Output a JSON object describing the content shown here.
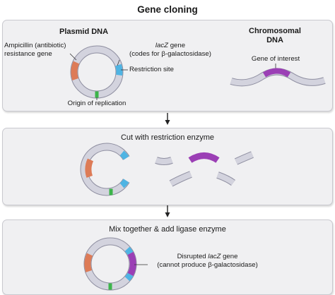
{
  "title": "Gene cloning",
  "panel1": {
    "plasmid_heading": "Plasmid DNA",
    "chromosomal_heading_line1": "Chromosomal",
    "chromosomal_heading_line2": "DNA",
    "ampicillin_line1": "Ampicillin (antibiotic)",
    "ampicillin_line2": "resistance gene",
    "lacz_line1_prefix": "lacZ",
    "lacz_line1_suffix": " gene",
    "lacz_line2": "(codes for β-galactosidase)",
    "restriction_site": "Restriction site",
    "origin": "Origin of replication",
    "gene_of_interest": "Gene of interest"
  },
  "panel2": {
    "step_label": "Cut with restriction enzyme"
  },
  "panel3": {
    "step_label": "Mix together & add ligase enzyme",
    "disrupted_line1_prefix": "Disrupted ",
    "disrupted_line1_italic": "lacZ",
    "disrupted_line1_suffix": " gene",
    "disrupted_line2": "(cannot produce β-galactosidase)"
  },
  "colors": {
    "backbone": "#d3d3de",
    "backbone_edge": "#8e8ea0",
    "ampicillin": "#dd7b57",
    "lacz": "#4fb4e3",
    "origin": "#3cb54a",
    "insert": "#9b3fb5",
    "panel": "#f0f0f2"
  }
}
